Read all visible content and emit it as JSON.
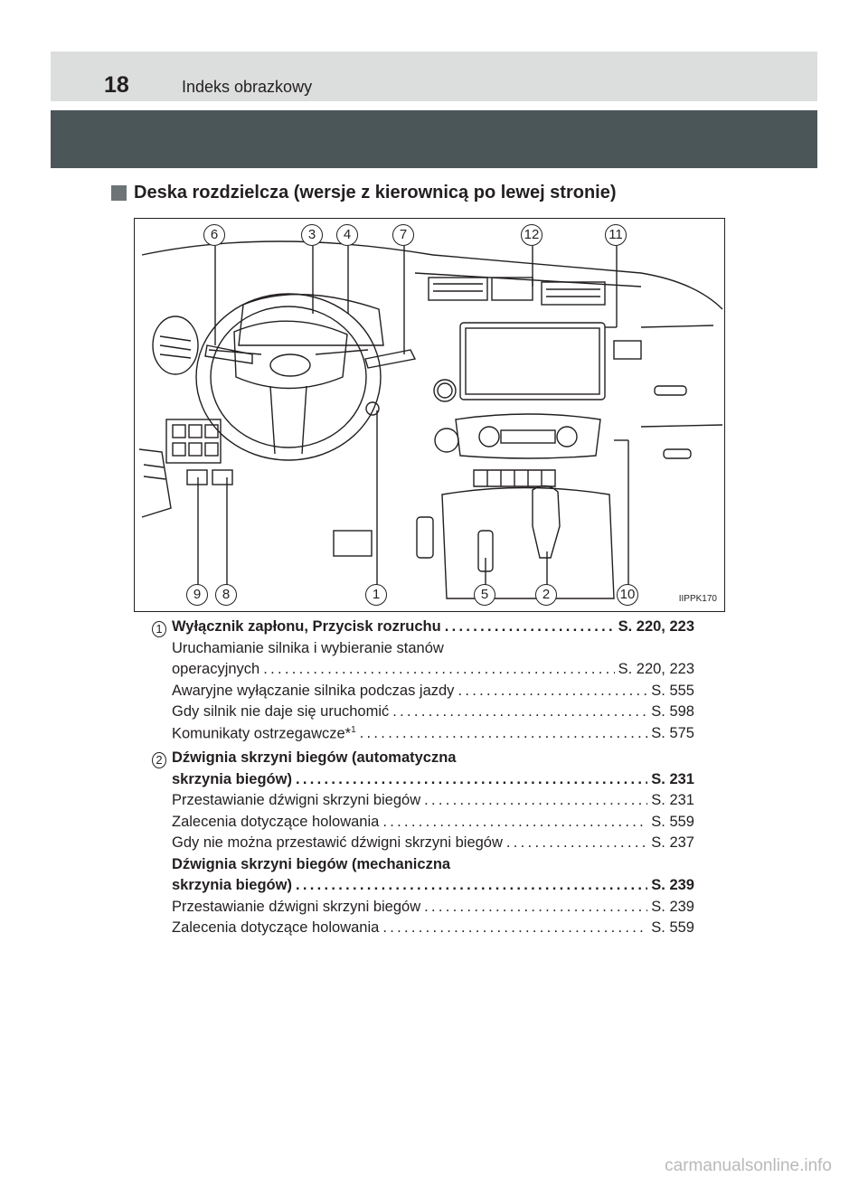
{
  "header": {
    "page_number": "18",
    "title": "Indeks obrazkowy"
  },
  "section": {
    "heading": "Deska rozdzielcza (wersje z kierownicą po lewej stronie)"
  },
  "diagram": {
    "callouts_top": [
      "6",
      "3",
      "4",
      "7",
      "12",
      "11"
    ],
    "callouts_bottom": [
      "9",
      "8",
      "1",
      "5",
      "2",
      "10"
    ],
    "code": "IIPPK170"
  },
  "entries": [
    {
      "number": "1",
      "rows": [
        {
          "text": "Wyłącznik zapłonu, Przycisk rozruchu",
          "page": "S. 220, 223",
          "bold": true
        },
        {
          "text": "Uruchamianie silnika i wybieranie stanów",
          "page": ""
        },
        {
          "text": "operacyjnych",
          "page": "S. 220, 223"
        },
        {
          "text": "Awaryjne wyłączanie silnika podczas jazdy",
          "page": "S. 555"
        },
        {
          "text": "Gdy silnik nie daje się uruchomić",
          "page": "S. 598"
        },
        {
          "text": "Komunikaty ostrzegawcze*",
          "sup": "1",
          "page": "S. 575"
        }
      ]
    },
    {
      "number": "2",
      "rows": [
        {
          "text": "Dźwignia skrzyni biegów (automatyczna",
          "page": "",
          "bold": true
        },
        {
          "text": "skrzynia biegów)",
          "page": "S. 231",
          "bold": true
        },
        {
          "text": "Przestawianie dźwigni skrzyni biegów",
          "page": "S. 231"
        },
        {
          "text": "Zalecenia dotyczące holowania",
          "page": "S. 559"
        },
        {
          "text": "Gdy nie można przestawić dźwigni skrzyni biegów",
          "page": "S. 237"
        },
        {
          "text": "Dźwignia skrzyni biegów (mechaniczna",
          "page": "",
          "bold": true
        },
        {
          "text": "skrzynia biegów)",
          "page": "S. 239",
          "bold": true
        },
        {
          "text": "Przestawianie dźwigni skrzyni biegów",
          "page": "S. 239"
        },
        {
          "text": "Zalecenia dotyczące holowania",
          "page": "S. 559"
        }
      ]
    }
  ],
  "watermark": "carmanualsonline.info"
}
